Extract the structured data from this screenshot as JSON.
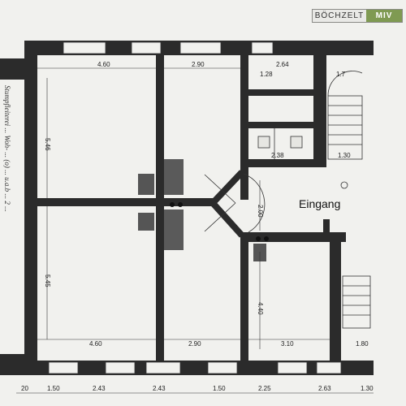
{
  "logo": {
    "left": "BÖCHZELT",
    "right": "MIV"
  },
  "labels": {
    "entrance": "Eingang"
  },
  "handwriting": {
    "side_note": "Stumpfleiterei ... Woh- ... (o) ... u.a.b ... 2 ..."
  },
  "dimensions": {
    "top": [
      "4.60",
      "2.90",
      "1.28",
      "2.64",
      "1.7"
    ],
    "bottom_inner": [
      "4.60",
      "2.90",
      "3.10",
      "1.80"
    ],
    "bottom_chain": [
      "20",
      "1.50",
      "2.43",
      "2.43",
      "1.50",
      "2.25",
      "2.63",
      "1.30"
    ],
    "left_vertical": [
      "5.46",
      "5.45"
    ],
    "inner": {
      "bath_w": "2.38",
      "stair_w": "1.30",
      "hall_h": "2.00",
      "room_h": "4.40"
    }
  },
  "colors": {
    "wall": "#2b2b2b",
    "line": "#333333",
    "accent": "#7f9a52"
  }
}
